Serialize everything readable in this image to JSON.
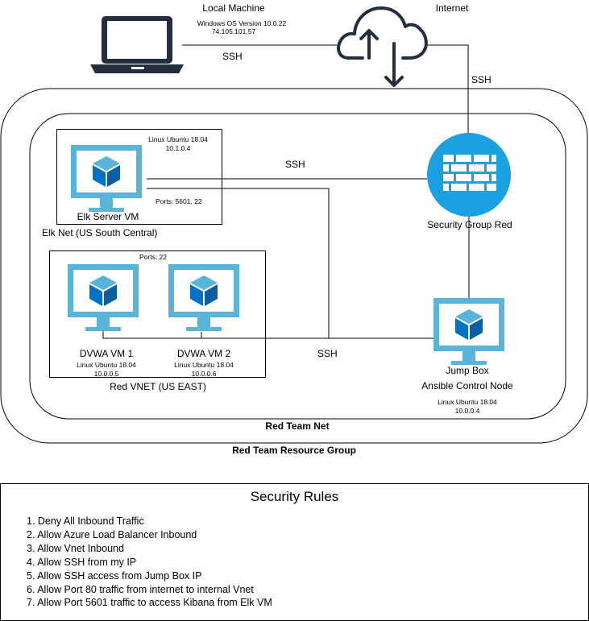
{
  "local_machine": {
    "title": "Local Machine",
    "os": "Windows OS Version 10.0.22",
    "ip": "74.105.101.57"
  },
  "internet": {
    "label": "Internet"
  },
  "links": {
    "ssh_local_internet": "SSH",
    "ssh_internet_security": "SSH",
    "ssh_elk_security": "SSH",
    "ssh_dvwa_jump": "SSH"
  },
  "elk": {
    "os": "Linux Ubuntu 18.04",
    "ip": "10.1.0.4",
    "ports": "Ports: 5601, 22",
    "name": "Elk Server VM",
    "net_label": "Elk Net (US South Central)"
  },
  "security_group": {
    "label": "Security Group Red"
  },
  "red_vnet": {
    "ports": "Ports: 22",
    "label": "Red VNET (US EAST)",
    "vm1": {
      "name": "DVWA VM 1",
      "os": "Linux Ubuntu 18.04",
      "ip": "10.0.0.5"
    },
    "vm2": {
      "name": "DVWA VM 2",
      "os": "Linux Ubuntu 18.04",
      "ip": "10.0.0.6"
    }
  },
  "jump_box": {
    "name": "Jump Box",
    "role": "Ansible Control Node",
    "os": "Linux Ubuntu 18.04",
    "ip": "10.0.0.4"
  },
  "containers": {
    "team_net": "Red Team Net",
    "resource_group": "Red Team Resource Group"
  },
  "security_rules": {
    "title": "Security Rules",
    "rules": [
      "1. Deny All Inbound Traffic",
      "2. Allow Azure Load Balancer Inbound",
      "3. Allow Vnet Inbound",
      "4. Allow SSH from my IP",
      "5. Allow SSH access from Jump Box IP",
      "6. Allow Port 80 traffic from internet to internal Vnet",
      "7. Allow Port 5601 traffic to access Kibana from Elk VM"
    ]
  },
  "colors": {
    "vm_frame": "#59b4d9",
    "vm_screen": "#ffffff",
    "vm_cube": "#0072c6",
    "firewall": "#1ba1e2",
    "cloud_stroke": "#232f3e"
  },
  "icons": {
    "local_machine": "laptop-icon",
    "internet": "cloud-upload-download-icon",
    "security_group": "firewall-icon",
    "vm": "azure-virtual-machine-icon"
  }
}
